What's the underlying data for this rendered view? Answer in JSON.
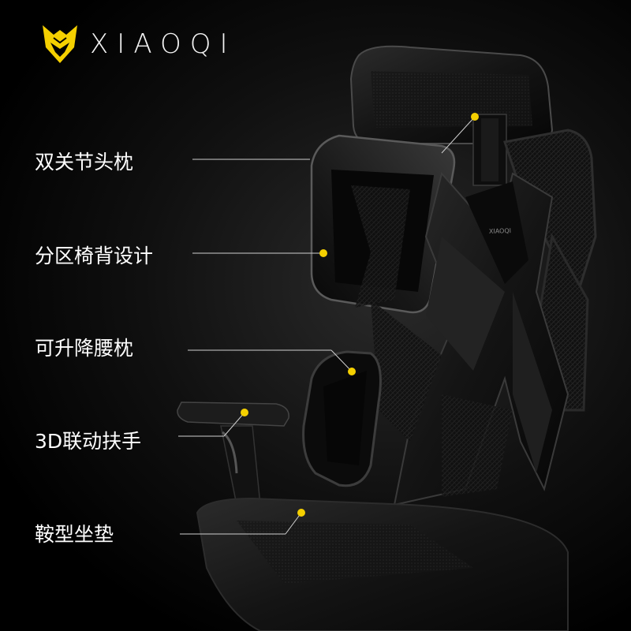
{
  "brand": {
    "name": "XIAOQI",
    "logo_icon": "fox-head-logo-icon",
    "accent_color": "#f5d000"
  },
  "features": [
    {
      "id": "headrest",
      "label": "双关节头枕"
    },
    {
      "id": "backrest",
      "label": "分区椅背设计"
    },
    {
      "id": "lumbar",
      "label": "可升降腰枕"
    },
    {
      "id": "armrest",
      "label": "3D联动扶手"
    },
    {
      "id": "seat",
      "label": "鞍型坐垫"
    }
  ],
  "product": {
    "chair_back_emblem": "XIAOQI"
  }
}
